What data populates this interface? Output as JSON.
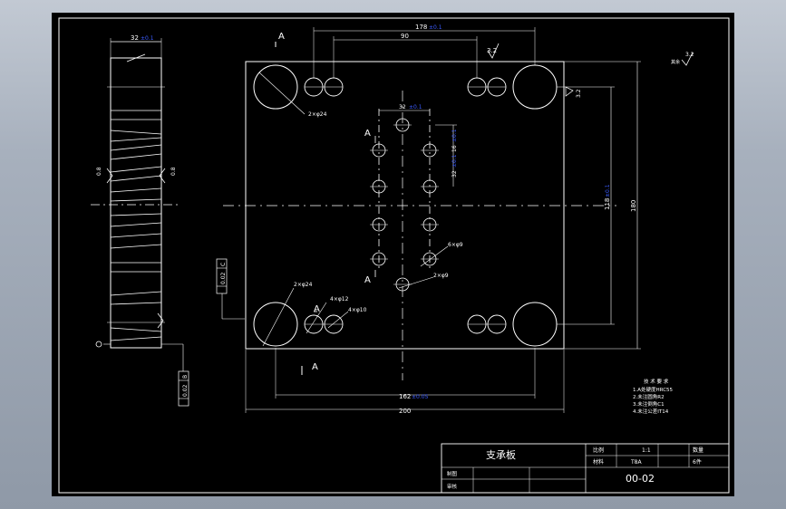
{
  "colors": {
    "background": "#000000",
    "line": "#ffffff",
    "tolerance": "#3b5cff"
  },
  "section": {
    "top_label": "A",
    "bottom_label": "A",
    "left_label": "A",
    "left_label2": "A",
    "middle_label": "A"
  },
  "dims": {
    "top_overall": "178",
    "top_overall_tol": "±0.1",
    "top_inner": "90",
    "center_pitch": "32",
    "center_pitch_tol": "±0.1",
    "side_v1": "16",
    "side_v1_tol": "±0.1",
    "side_v2": "32",
    "side_v2_tol": "±0.1",
    "right_inner": "118",
    "right_inner_tol": "±0.1",
    "right_outer": "180",
    "bottom_inner": "162",
    "bottom_inner_tol": "±0.05",
    "bottom_outer": "200",
    "thickness": "32",
    "thickness_tol": "±0.1",
    "roughness_top": "3.2",
    "roughness_right": "3.2",
    "roughness_side_a": "0.8",
    "roughness_side_b": "0.8"
  },
  "callouts": {
    "hole_large_top": "2×φ24",
    "hole_large_bottom": "2×φ24",
    "hole_a": "4×φ12",
    "hole_b": "4×φ10",
    "hole_c": "6×φ9",
    "hole_d": "2×φ9"
  },
  "tolerances": {
    "flat_left": "0.02",
    "flat_left_ref": "C",
    "flat_bottom": "0.02",
    "flat_bottom_ref": "B"
  },
  "notes": {
    "heading": "技 术 要 求",
    "items": [
      "1.A处硬度HRC55",
      "2.未注圆角R2",
      "3.未注倒角C1",
      "4.未注公差IT14"
    ]
  },
  "roughness_note": "其余",
  "title_block": {
    "part_name": "支承板",
    "material_label": "材料",
    "material_value": "T8A",
    "scale_label": "比例",
    "scale_value": "1:1",
    "qty_label": "数量",
    "qty_value": "6件",
    "drawn_label": "制图",
    "checked_label": "审核",
    "drawing_no": "00-02"
  }
}
